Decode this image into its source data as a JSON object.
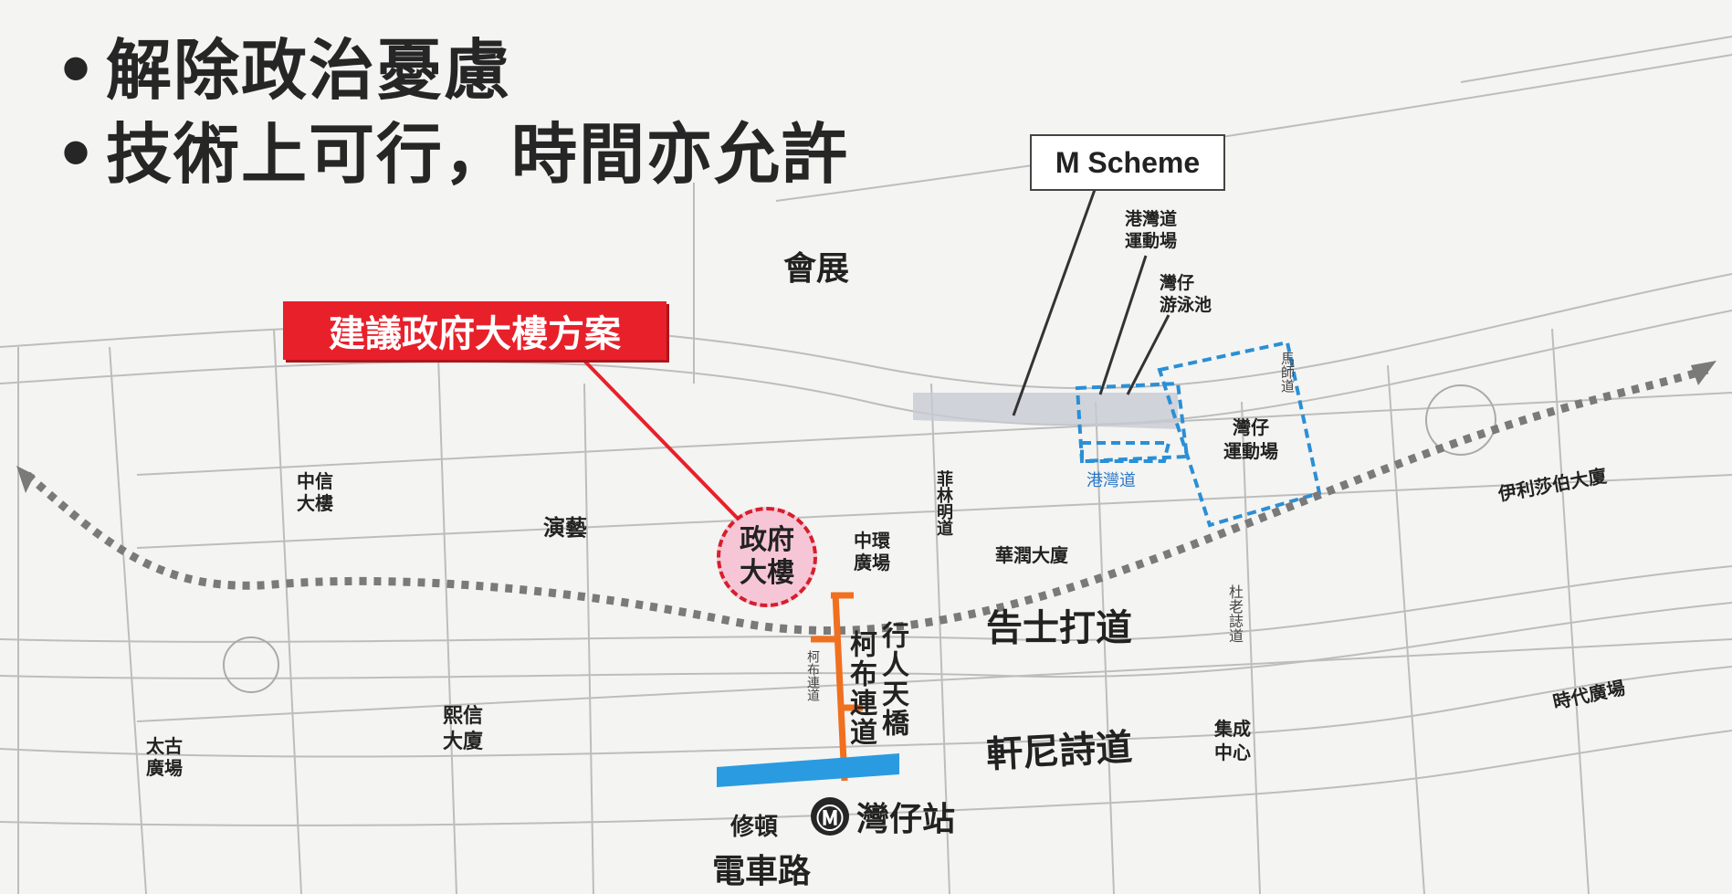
{
  "bullets": [
    {
      "dot": "•",
      "text": "解除政治憂慮"
    },
    {
      "dot": "•",
      "text": "技術上可行，時間亦允許"
    }
  ],
  "callouts": {
    "proposal": "建議政府大樓方案",
    "scheme": "M Scheme"
  },
  "gov_building": {
    "line1": "政府",
    "line2": "大樓"
  },
  "places": {
    "convention": "會展",
    "citic": "中信\n大樓",
    "arts": "演藝",
    "central_plaza": "中環\n廣場",
    "harbour_centre": "華潤大廈",
    "fleming": "菲林明道",
    "harbour_road": "港灣道",
    "hr_sports": "港灣道\n運動場",
    "pool": "灣仔\n游泳池",
    "wc_stadium": "灣仔\n運動場",
    "elizabeth": "伊利莎伯大廈",
    "lockhart": "告士打道",
    "hennessy": "軒尼詩道",
    "pedestrian_bridge": "行人天橋",
    "o_brien": "柯布連道",
    "o_brien_small": "柯布連道",
    "hysan": "熙信\n大廈",
    "pacific": "太古\n廣場",
    "southorn": "修頓",
    "wanchai_station": "灣仔站",
    "tram": "電車路",
    "jardine": "集成\n中心",
    "times": "時代廣場",
    "percival": "杜老誌道",
    "tonnochy": "馬師道"
  },
  "mtr_symbol": "Ⓜ",
  "colors": {
    "red": "#e8202a",
    "blue_dashed": "#2a8fd6",
    "blue_fill": "#2a9be0",
    "orange": "#f07020",
    "gray_dotted": "#7a7a7a",
    "pink": "#f6c6d6"
  }
}
